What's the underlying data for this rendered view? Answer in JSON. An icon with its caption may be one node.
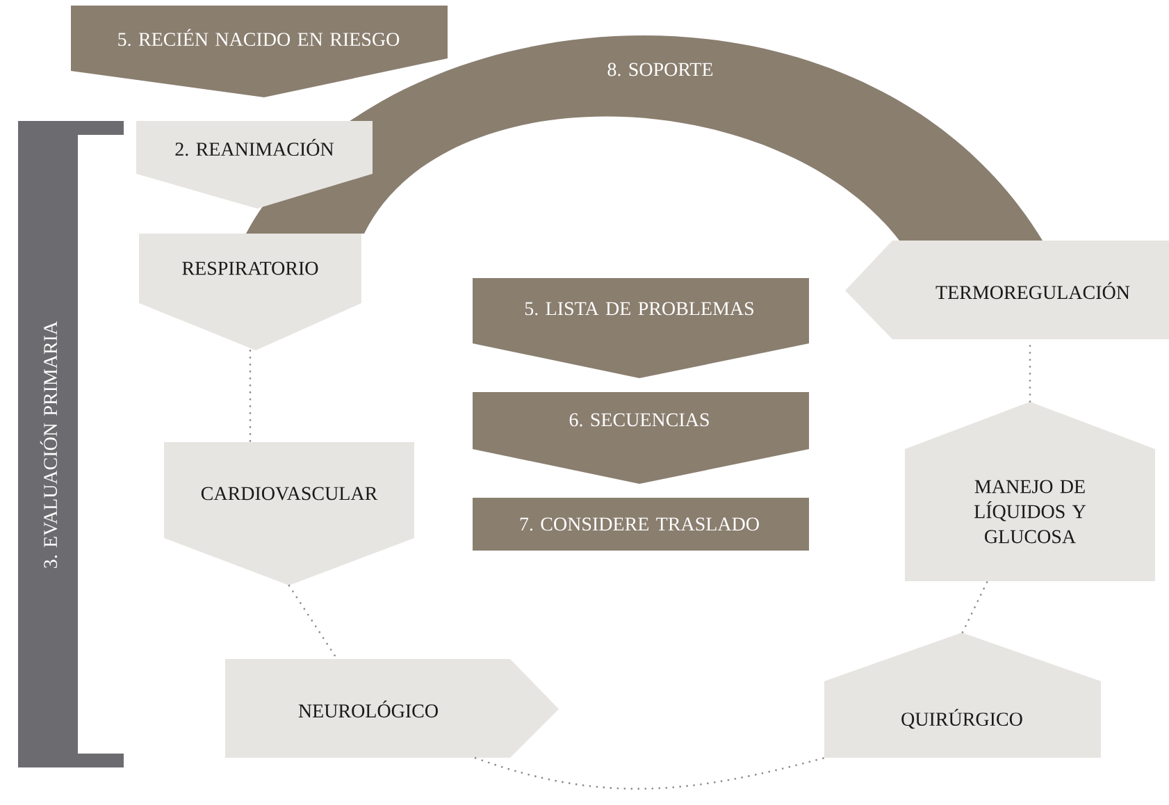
{
  "diagram": {
    "nodes": [
      {
        "text": [
          "5. RECIÉN NACIDO EN RIESGO"
        ]
      },
      {
        "text": [
          "8. SOPORTE"
        ]
      },
      {
        "text": [
          "2. REANIMACIÓN"
        ]
      },
      {
        "text": [
          "3. EVALUACIÓN PRIMARIA"
        ]
      },
      {
        "text": [
          "RESPIRATORIO"
        ]
      },
      {
        "text": [
          "TERMOREGULACIÓN"
        ]
      },
      {
        "text": [
          "5. LISTA DE PROBLEMAS"
        ]
      },
      {
        "text": [
          "6. SECUENCIAS"
        ]
      },
      {
        "text": [
          "CARDIOVASCULAR"
        ]
      },
      {
        "text": [
          "7. CONSIDERE TRASLADO"
        ]
      },
      {
        "text": [
          "MANEJO DE LÍQUIDOS Y GLUCOSA"
        ]
      },
      {
        "text": [
          "NEUROLÓGICO"
        ]
      },
      {
        "text": [
          "QUIRÚRGICO"
        ]
      }
    ],
    "edges": [
      {
        "from": 4,
        "to": 8,
        "arrow": "none"
      },
      {
        "from": 8,
        "to": 11,
        "arrow": "none"
      },
      {
        "from": 11,
        "to": 12,
        "arrow": "none"
      },
      {
        "from": 12,
        "to": 10,
        "arrow": "none"
      },
      {
        "from": 10,
        "to": 5,
        "arrow": "none"
      }
    ]
  }
}
